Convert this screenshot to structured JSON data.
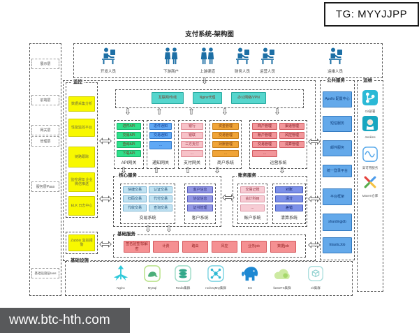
{
  "badge": {
    "text": "TG: MYYJJPP"
  },
  "title": "支付系统-架构图",
  "footer": {
    "url": "www.btc-hth.com"
  },
  "layers": {
    "items": [
      "展示层",
      "前端层",
      "网关层",
      "管理层",
      "服务层Paas",
      "基础设施层Iaas"
    ]
  },
  "actors": {
    "items": [
      "开发人员",
      "下游商户",
      "上游渠道",
      "财务人员",
      "运营人员",
      "运维人员"
    ]
  },
  "monitor": {
    "title": "监控",
    "items": [
      "数据采集分析",
      "性能监控平台",
      "链路跟踪",
      "监控通知 企业微信推送",
      "ELK 日志中心"
    ],
    "alert": "Zabbix 监控报警"
  },
  "network": {
    "items": [
      "互联网/专线",
      "Nginx代理",
      "办公网络/VPN"
    ]
  },
  "gateways": {
    "api": {
      "label": "API网关",
      "items": [
        "进件API",
        "交易API",
        "查询API",
        "下载API"
      ]
    },
    "notify": {
      "label": "通知网关",
      "items": [
        "进件通知",
        "交易通知",
        "..."
      ]
    },
    "pay": {
      "label": "支付网关",
      "items": [
        "银行",
        "银联",
        "三方支付",
        "..."
      ]
    },
    "merchant": {
      "label": "商户系统",
      "items": [
        "资金管理",
        "交易管理",
        "对账管理",
        "..."
      ]
    },
    "operation": {
      "label": "运营系统",
      "items": [
        "商户管理",
        "渠道管理",
        "账户管理",
        "风控管理",
        "交易管理",
        "清算管理",
        "..."
      ]
    }
  },
  "core": {
    "title": "核心服务",
    "trade": {
      "label": "交易系统",
      "items": [
        "快捷交易",
        "认证交易",
        "扫码交易",
        "代付交易",
        "代收交易",
        "查询交易"
      ]
    },
    "customer": {
      "label": "客户系统",
      "items": [
        "客户信息",
        "协议信息",
        "证书管理"
      ]
    }
  },
  "accounting": {
    "title": "账务服务",
    "account": {
      "label": "账户系统",
      "items": [
        "交易记账",
        "会计科目",
        "..."
      ]
    },
    "clearing": {
      "label": "清算系统",
      "items": [
        "对账",
        "清分",
        "差错"
      ]
    }
  },
  "base_services": {
    "title": "基础服务",
    "items": [
      "签名验签/加解密",
      "计费",
      "路由",
      "风控",
      "业务job",
      "数据job"
    ]
  },
  "infrastructure": {
    "title": "基础设施",
    "items": [
      "Nginx",
      "MySql",
      "Redis集群",
      "rockeqMQ集群",
      "ES",
      "fastDFS集群",
      "zk集群"
    ]
  },
  "public_services": {
    "title": "公共服务",
    "items": [
      "Apollo 配置中心",
      "短信服务",
      "邮件服务",
      "统一登录平台",
      "平台框架",
      "shardingjdb",
      "ElasticJob"
    ]
  },
  "ops": {
    "title": "运维",
    "items": [
      "Git部署",
      "Jenkins",
      "高可用服务",
      "Maven仓库"
    ]
  },
  "colors": {
    "accent_teal": "#55d6cd",
    "accent_green": "#2ee08a",
    "accent_yellow": "#f8f800",
    "public_blue": "#64a9ea",
    "footer_bg": "#58595b"
  }
}
